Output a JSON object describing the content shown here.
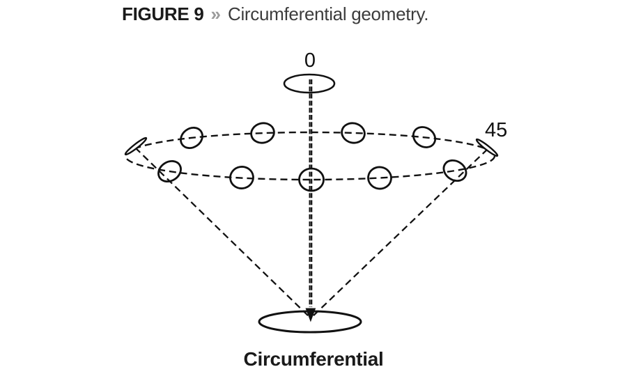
{
  "figure": {
    "label": "FIGURE 9",
    "separator": "»",
    "caption": "Circumferential geometry."
  },
  "diagram": {
    "angle_top": "0",
    "angle_side": "45",
    "bottom_label": "Circumferential",
    "description": "Cone of view positions arranged on a circumferential ring, axis arrow pointing down to target",
    "colors": {
      "ink": "#111111",
      "title_black": "#1a1a1a",
      "separator_gray": "#9b9b9b",
      "caption_gray": "#3c3c3c",
      "background": "#ffffff"
    }
  }
}
